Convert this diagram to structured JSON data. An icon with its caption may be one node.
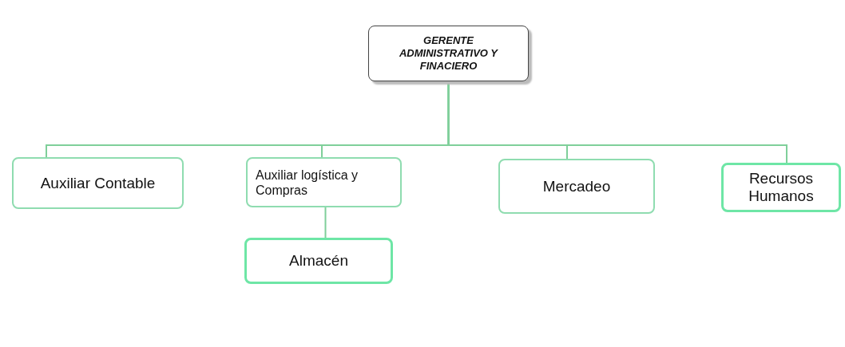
{
  "diagram": {
    "nodes": [
      {
        "text": [
          "GERENTE ADMINISTRATIVO Y FINACIERO"
        ]
      },
      {
        "text": [
          "Auxiliar Contable"
        ]
      },
      {
        "text": [
          "Auxiliar logística y Compras"
        ]
      },
      {
        "text": [
          "Mercadeo"
        ]
      },
      {
        "text": [
          "Recursos Humanos"
        ]
      },
      {
        "text": [
          "Almacén"
        ]
      }
    ],
    "edges": [
      {
        "from": 0,
        "to": 1,
        "arrow": "none"
      },
      {
        "from": 0,
        "to": 2,
        "arrow": "none"
      },
      {
        "from": 0,
        "to": 3,
        "arrow": "none"
      },
      {
        "from": 0,
        "to": 4,
        "arrow": "none"
      },
      {
        "from": 2,
        "to": 5,
        "arrow": "none"
      }
    ]
  }
}
